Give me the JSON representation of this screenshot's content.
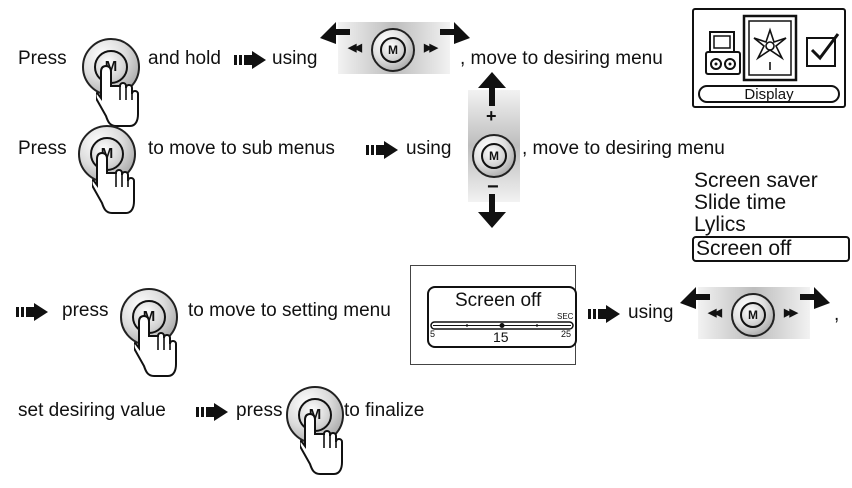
{
  "rows": [
    {
      "t1": "Press",
      "t2": "and hold",
      "t3": "using",
      "t4": ", move to desiring menu"
    },
    {
      "t1": "Press",
      "t2": "to move to sub menus",
      "t3": "using",
      "t4": ", move to desiring menu"
    },
    {
      "t1": "press",
      "t2": "to move to setting menu",
      "t3": "using",
      "t4": ","
    },
    {
      "t1": "set desiring value",
      "t2": "press",
      "t3": "to finalize"
    }
  ],
  "button": {
    "label": "M"
  },
  "vpad": {
    "plus": "+",
    "minus": "−"
  },
  "display_box": {
    "label": "Display"
  },
  "menu_items": [
    "Screen saver",
    "Slide time",
    "Lylics",
    "Screen off"
  ],
  "selected_menu": "Screen off",
  "setting": {
    "title": "Screen off",
    "unit": "SEC",
    "min": "5",
    "max": "25",
    "value": "15",
    "value_numeric": 15,
    "range": [
      5,
      25
    ]
  }
}
